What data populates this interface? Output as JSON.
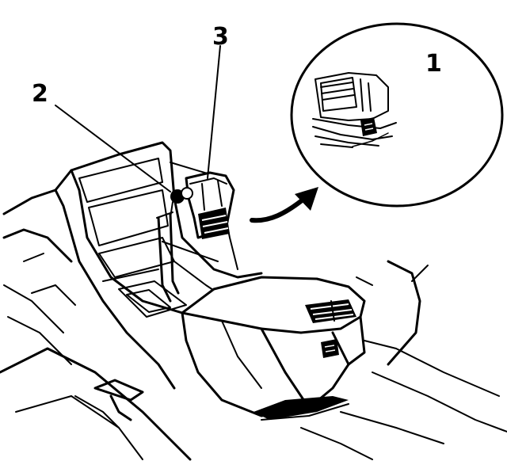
{
  "callouts": {
    "c1": "1",
    "c2": "2",
    "c3": "3"
  },
  "colors": {
    "ink": "#000000",
    "paper": "#ffffff"
  }
}
